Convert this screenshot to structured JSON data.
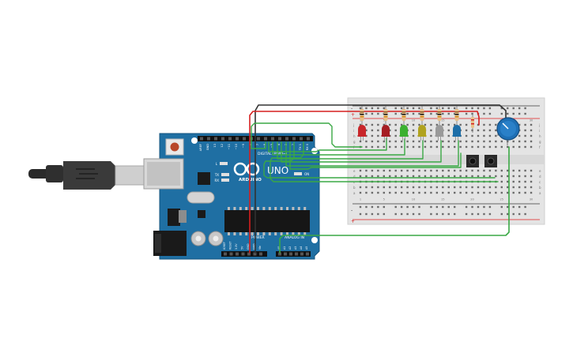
{
  "board": {
    "logo_text": "ARDUINO",
    "model_text": "UNO",
    "digital_label": "DIGITAL (PWM~)",
    "power_label": "POWER",
    "analog_label": "ANALOG IN",
    "on_label": "ON",
    "led_l_label": "L",
    "tx_label": "TX",
    "rx_label": "RX",
    "digital_pins": [
      "AREF",
      "GND",
      "13",
      "12",
      "~11",
      "~10",
      "~9",
      "8",
      "7",
      "~6",
      "~5",
      "4",
      "~3",
      "2",
      "TX 1",
      "RX 0"
    ],
    "power_pins": [
      "IOREF",
      "RESET",
      "3.3V",
      "5V",
      "GND",
      "GND",
      "Vin"
    ],
    "analog_pins": [
      "A0",
      "A1",
      "A2",
      "A3",
      "A4",
      "A5"
    ]
  },
  "breadboard": {
    "row_letters": [
      "a",
      "b",
      "c",
      "d",
      "e",
      "f",
      "g",
      "h",
      "i",
      "j"
    ],
    "column_numbers": [
      "1",
      "5",
      "10",
      "15",
      "20",
      "25",
      "30"
    ],
    "rail_plus": "+",
    "rail_minus": "-"
  },
  "colors": {
    "board": "#1f6fa3",
    "wire_green": "#3aa845",
    "wire_red": "#d61f1f",
    "wire_black": "#333333"
  },
  "leds": [
    {
      "name": "red",
      "color": "#c8262a"
    },
    {
      "name": "red",
      "color": "#a51e23"
    },
    {
      "name": "green",
      "color": "#3bb030"
    },
    {
      "name": "yellow",
      "color": "#b0a21e"
    },
    {
      "name": "white",
      "color": "#9a9a9a"
    },
    {
      "name": "blue",
      "color": "#1d6ea8"
    }
  ]
}
